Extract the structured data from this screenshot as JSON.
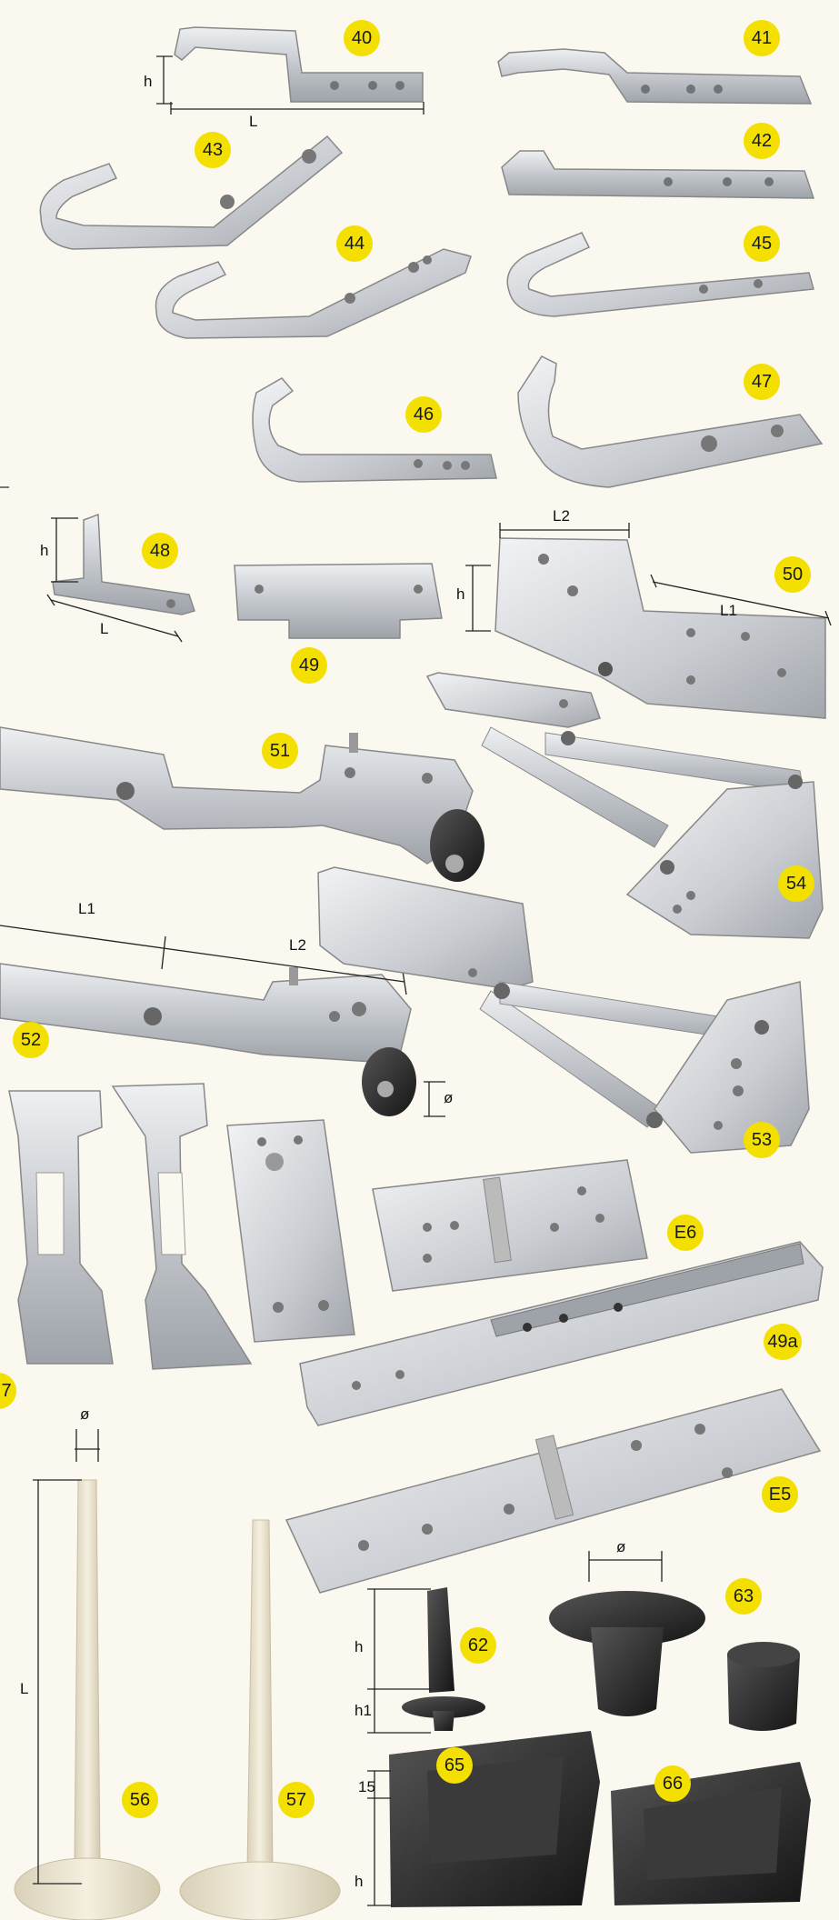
{
  "catalog": {
    "badges": {
      "b40": "40",
      "b41": "41",
      "b42": "42",
      "b43": "43",
      "b44": "44",
      "b45": "45",
      "b46": "46",
      "b47": "47",
      "b48": "48",
      "b49": "49",
      "b50": "50",
      "b51": "51",
      "b52": "52",
      "b53": "53",
      "b54": "54",
      "bE6": "E6",
      "b49a": "49a",
      "bE5": "E5",
      "b56": "56",
      "b57": "57",
      "b62": "62",
      "b63": "63",
      "b65": "65",
      "b66": "66"
    },
    "dimensions": {
      "h_40": "h",
      "L_40": "L",
      "h_48": "h",
      "L_48": "L",
      "L2_50": "L2",
      "h_50": "h",
      "L1_50": "L1",
      "L1_52": "L1",
      "L2_52": "L2",
      "dia_52": "ø",
      "dia_56": "ø",
      "L_56": "L",
      "h_62": "h",
      "h1_62": "h1",
      "dia_63": "ø",
      "n15_65": "15",
      "h_65": "h"
    },
    "partial_label": "7",
    "colors": {
      "badge": "#f3df00",
      "metal": "#c9ccd0",
      "rubber": "#2a2a2a",
      "plastic": "#ece6d4"
    }
  }
}
